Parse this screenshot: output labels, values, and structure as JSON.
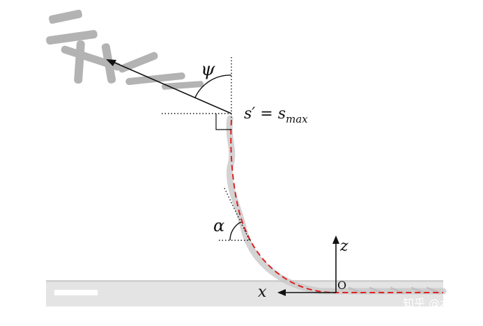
{
  "labels": {
    "psi": "ψ",
    "s_prime": "s′ = s",
    "s_max_sub": "max",
    "alpha": "α",
    "z_axis": "z",
    "x_axis": "x",
    "origin": "O"
  },
  "watermark": "知乎 @zzy",
  "colors": {
    "curve": "#e02020",
    "floor": "#e6e6e6",
    "scale_bar": "#ffffff",
    "ink": "#111111"
  }
}
